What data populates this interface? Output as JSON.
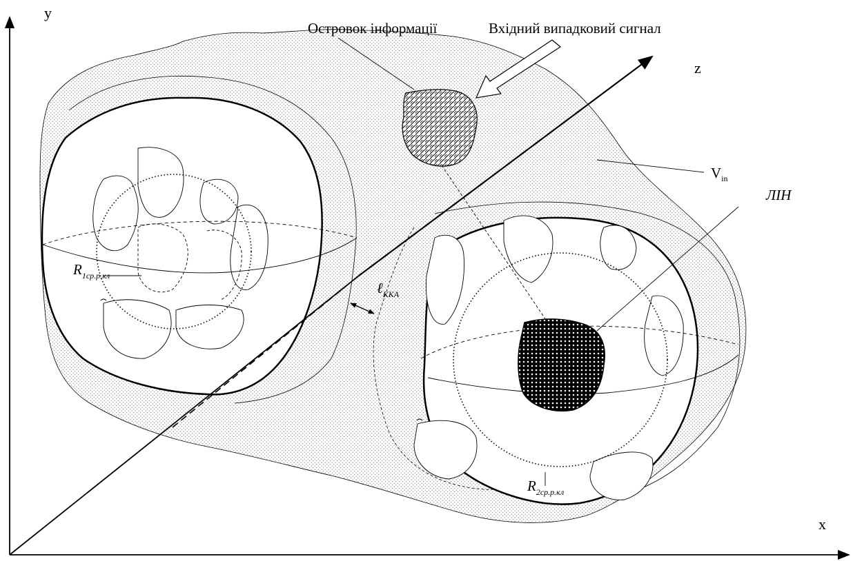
{
  "axes": {
    "x_label": "x",
    "y_label": "y",
    "z_label": "z"
  },
  "labels": {
    "island": "Островок інформації",
    "input_signal": "Вхідний випадковий сигнал",
    "v_main": "V",
    "v_sub": "in",
    "lin": "ЛІН",
    "r1_main": "R",
    "r1_sub": "1ср.р.кл",
    "r2_main": "R",
    "r2_sub": "2ср.р.кл",
    "l_main": "ℓ",
    "l_sub": "ККА"
  },
  "colors": {
    "stroke": "#000000",
    "stipple": "#555555",
    "background": "#ffffff"
  }
}
